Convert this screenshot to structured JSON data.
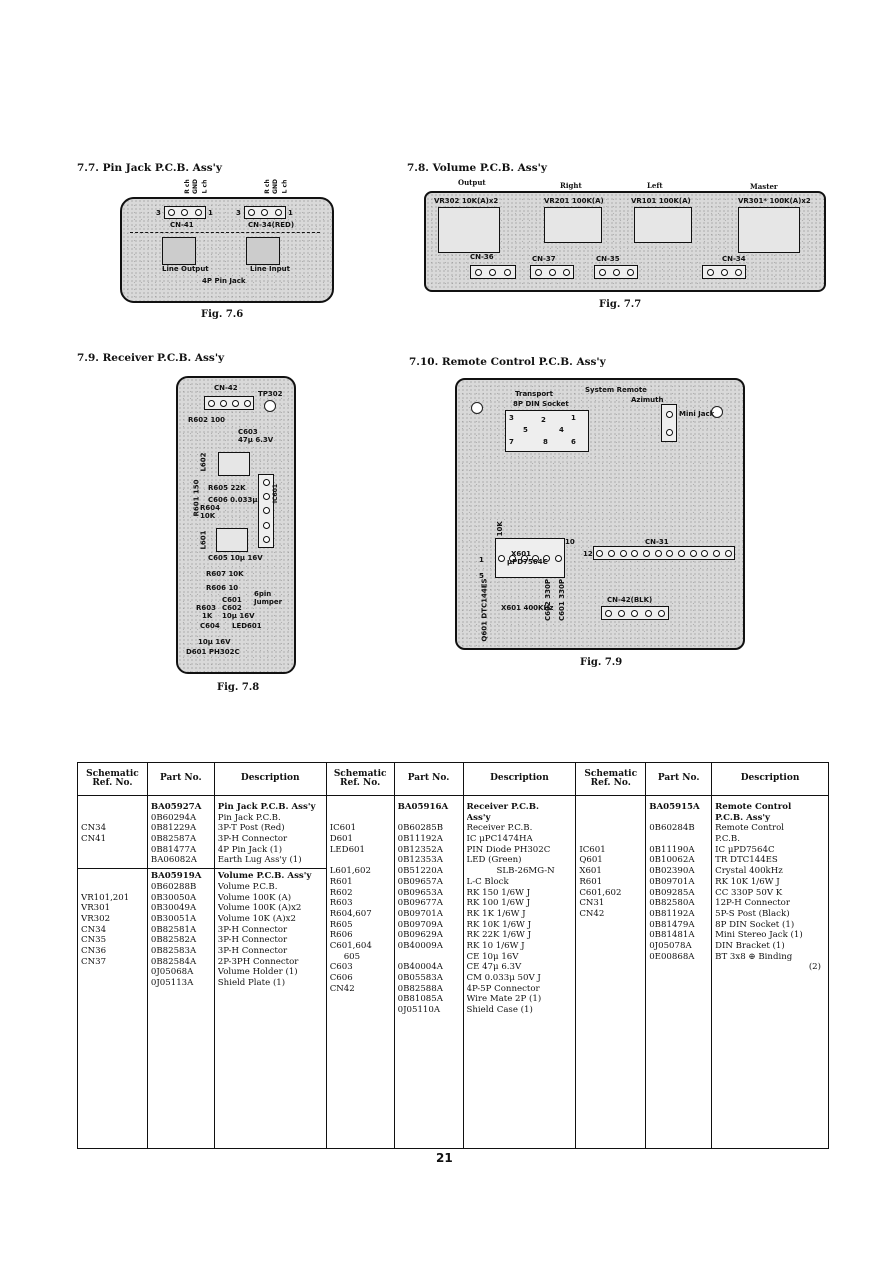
{
  "sections": {
    "pin_jack": {
      "title": "7.7. Pin Jack P.C.B. Ass'y",
      "fig": "Fig. 7.6",
      "labels": {
        "rch": "R ch",
        "gnd": "GND",
        "lch": "L ch",
        "cn41": "CN-41",
        "cn34": "CN-34(RED)",
        "line_output": "Line Output",
        "line_input": "Line Input",
        "pin_jack": "4P Pin Jack",
        "n3a": "3",
        "n1a": "1",
        "n3b": "3",
        "n1b": "1"
      }
    },
    "volume": {
      "title": "7.8. Volume P.C.B. Ass'y",
      "fig": "Fig. 7.7",
      "labels": {
        "output": "Output",
        "right": "Right",
        "left": "Left",
        "master": "Master",
        "vr302": "VR302 10K(A)x2",
        "vr201": "VR201 100K(A)",
        "vr101": "VR101 100K(A)",
        "vr301": "VR301* 100K(A)x2",
        "cn36": "CN-36",
        "cn37": "CN-37",
        "cn35": "CN-35",
        "cn34": "CN-34"
      }
    },
    "receiver": {
      "title": "7.9. Receiver P.C.B. Ass'y",
      "fig": "Fig. 7.8",
      "labels": {
        "cn42": "CN-42",
        "tp302": "TP302",
        "r602": "R602 100",
        "c603": "C603",
        "c603v": "47μ 6.3V",
        "l602": "L602",
        "r601": "R601 150",
        "r605": "R605 22K",
        "c606": "C606 0.033μ",
        "r604": "R604",
        "r604v": "10K",
        "ic601": "IC601",
        "l601": "L601",
        "c605": "C605 10μ 16V",
        "r607": "R607 10K",
        "r606": "R606 10",
        "c601": "C601",
        "sixpin": "6pin",
        "jumper": "Jumper",
        "r603": "R603",
        "r603v": "1K",
        "c602": "C602",
        "c602v": "10μ 16V",
        "c604": "C604",
        "led601": "LED601",
        "c604v": "10μ 16V",
        "d601": "D601 PH302C"
      }
    },
    "remote": {
      "title": "7.10. Remote Control P.C.B. Ass'y",
      "fig": "Fig. 7.9",
      "labels": {
        "transport": "Transport",
        "system_remote": "System Remote",
        "din": "8P DIN Socket",
        "azimuth": "Azimuth",
        "mini_jack": "Mini Jack",
        "cn31": "CN-31",
        "x601": "X601",
        "upd": "μPD7564C",
        "r601": "R601 10K",
        "q601": "Q601 DTC144ES",
        "x601b": "X601 400KHz",
        "c601": "C601 330P",
        "c602": "C602 330P",
        "cn42": "CN-42(BLK)",
        "n1": "1",
        "n5": "5",
        "n12": "12",
        "n10": "10",
        "n3": "3",
        "n2": "2",
        "n1b": "1",
        "n5b": "5",
        "n4": "4",
        "n7": "7",
        "n8": "8",
        "n6": "6"
      }
    }
  },
  "table": {
    "headers": [
      "Schematic Ref. No.",
      "Part No.",
      "Description",
      "Schematic Ref. No.",
      "Part No.",
      "Description",
      "Schematic Ref. No.",
      "Part No.",
      "Description"
    ],
    "col1": {
      "g1": {
        "refs": [
          "",
          "",
          "CN34",
          "CN41",
          "",
          ""
        ],
        "parts": [
          "BA05927A",
          "0B60294A",
          "0B81229A",
          "0B82587A",
          "0B81477A",
          "BA06082A"
        ],
        "descs": [
          "Pin Jack P.C.B. Ass'y",
          "Pin Jack P.C.B.",
          "3P-T Post (Red)",
          "3P-H Connector",
          "4P Pin Jack       (1)",
          "Earth Lug Ass'y  (1)"
        ]
      },
      "g2": {
        "refs": [
          "",
          "",
          "VR101,201",
          "VR301",
          "VR302",
          "CN34",
          "CN35",
          "CN36",
          "CN37",
          "",
          ""
        ],
        "parts": [
          "BA05919A",
          "0B60288B",
          "0B30050A",
          "0B30049A",
          "0B30051A",
          "0B82581A",
          "0B82582A",
          "0B82583A",
          "0B82584A",
          "0J05068A",
          "0J05113A"
        ],
        "descs": [
          "Volume P.C.B. Ass'y",
          "Volume P.C.B.",
          "Volume 100K (A)",
          "Volume 100K (A)x2",
          "Volume 10K (A)x2",
          "3P-H Connector",
          "3P-H Connector",
          "3P-H Connector",
          "2P-3PH Connector",
          "Volume Holder  (1)",
          "Shield Plate     (1)"
        ]
      }
    },
    "col2": {
      "refs": [
        "",
        "",
        "IC601",
        "D601",
        "LED601",
        "",
        "L601,602",
        "R601",
        "R602",
        "R603",
        "R604,607",
        "R605",
        "R606",
        "C601,604",
        "605",
        "C603",
        "C606",
        "CN42",
        "",
        ""
      ],
      "parts": [
        "BA05916A",
        "",
        "0B60285B",
        "0B11192A",
        "0B12352A",
        "0B12353A",
        "0B51220A",
        "0B09657A",
        "0B09653A",
        "0B09677A",
        "0B09701A",
        "0B09709A",
        "0B09629A",
        "0B40009A",
        "",
        "0B40004A",
        "0B05583A",
        "0B82588A",
        "0B81085A",
        "0J05110A"
      ],
      "descs": [
        "Receiver P.C.B.",
        "Ass'y",
        "Receiver P.C.B.",
        "IC   μPC1474HA",
        "PIN Diode PH302C",
        "LED (Green)",
        "SLB-26MG-N",
        "L-C Block",
        "RK  150     1/6W J",
        "RK  100     1/6W J",
        "RK  1K      1/6W J",
        "RK  10K     1/6W J",
        "RK  22K     1/6W J",
        "RK  10       1/6W J",
        "CE  10μ 16V",
        "CE  47μ 6.3V",
        "CM  0.033μ 50V J",
        "4P-5P Connector",
        "Wire Mate 2P      (1)",
        "Shield Case         (1)"
      ]
    },
    "col3": {
      "refs": [
        "",
        "",
        "",
        "",
        "IC601",
        "Q601",
        "X601",
        "R601",
        "C601,602",
        "CN31",
        "CN42",
        "",
        "",
        "",
        "",
        ""
      ],
      "parts": [
        "BA05915A",
        "",
        "0B60284B",
        "",
        "0B11190A",
        "0B10062A",
        "0B02390A",
        "0B09701A",
        "0B09285A",
        "0B82580A",
        "0B81192A",
        "0B81479A",
        "0B81481A",
        "0J05078A",
        "0E00868A",
        ""
      ],
      "descs": [
        "Remote Control",
        "P.C.B. Ass'y",
        "Remote Control",
        "P.C.B.",
        "IC    μPD7564C",
        "TR  DTC144ES",
        "Crystal 400kHz",
        "RK  10K    1/6W J",
        "CC  330P  50V K",
        "12P-H Connector",
        "5P-S Post (Black)",
        "8P DIN Socket  (1)",
        "Mini Stereo Jack (1)",
        "DIN Bracket        (1)",
        "BT 3x8 ⊕ Binding",
        "(2)"
      ]
    }
  },
  "page_number": "21"
}
